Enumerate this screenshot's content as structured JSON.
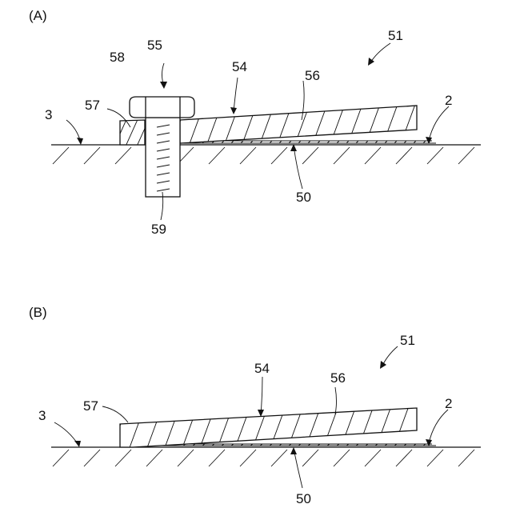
{
  "panel_a": {
    "caption": "(A)",
    "labels": {
      "n51": "51",
      "n55": "55",
      "n58": "58",
      "n54": "54",
      "n56": "56",
      "n57": "57",
      "n3": "3",
      "n2": "2",
      "n50": "50",
      "n59": "59"
    }
  },
  "panel_b": {
    "caption": "(B)",
    "labels": {
      "n51": "51",
      "n54": "54",
      "n56": "56",
      "n57": "57",
      "n3": "3",
      "n2": "2",
      "n50": "50"
    }
  }
}
